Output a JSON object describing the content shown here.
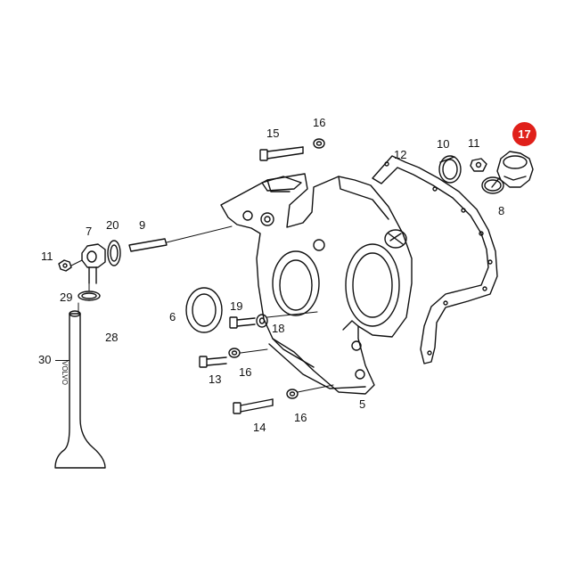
{
  "labels": {
    "p5": "5",
    "p6": "6",
    "p7": "7",
    "p8": "8",
    "p9": "9",
    "p10": "10",
    "p11a": "11",
    "p11b": "11",
    "p12": "12",
    "p13": "13",
    "p14": "14",
    "p15": "15",
    "p16a": "16",
    "p16b": "16",
    "p16c": "16",
    "p17": "17",
    "p18": "18",
    "p19": "19",
    "p20": "20",
    "p28": "28",
    "p29": "29",
    "p30": "30"
  },
  "hose_marking": "VOLVO",
  "highlight_color": "#e0201a"
}
